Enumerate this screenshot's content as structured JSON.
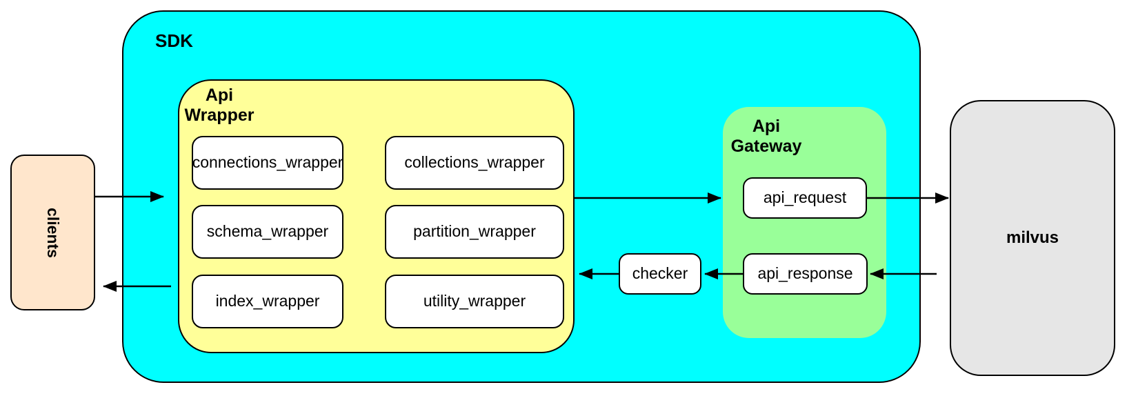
{
  "diagram": {
    "background_color": "#FFFFFF",
    "stroke_color": "#000000",
    "nodes": {
      "clients": {
        "label": "clients",
        "fill": "#FFE6CC",
        "text_orientation": "vertical"
      },
      "sdk": {
        "label": "SDK",
        "fill": "#00FFFF"
      },
      "api_wrapper": {
        "label": "Api Wrapper",
        "fill": "#FFFF99"
      },
      "wrappers": [
        {
          "label": "connections_wrapper",
          "fill": "#FFFFFF"
        },
        {
          "label": "collections_wrapper",
          "fill": "#FFFFFF"
        },
        {
          "label": "schema_wrapper",
          "fill": "#FFFFFF"
        },
        {
          "label": "partition_wrapper",
          "fill": "#FFFFFF"
        },
        {
          "label": "index_wrapper",
          "fill": "#FFFFFF"
        },
        {
          "label": "utility_wrapper",
          "fill": "#FFFFFF"
        }
      ],
      "checker": {
        "label": "checker",
        "fill": "#FFFFFF"
      },
      "api_gateway": {
        "label": "Api Gateway",
        "fill": "#99FF99"
      },
      "api_request": {
        "label": "api_request",
        "fill": "#FFFFFF"
      },
      "api_response": {
        "label": "api_response",
        "fill": "#FFFFFF"
      },
      "milvus": {
        "label": "milvus",
        "fill": "#E6E6E6"
      }
    },
    "edges": [
      {
        "from": "clients",
        "to": "sdk",
        "direction": "right"
      },
      {
        "from": "api_wrapper",
        "to": "api_gateway",
        "direction": "right"
      },
      {
        "from": "api_request",
        "to": "milvus",
        "direction": "right"
      },
      {
        "from": "milvus",
        "to": "api_response",
        "direction": "left"
      },
      {
        "from": "api_response",
        "to": "checker",
        "direction": "left"
      },
      {
        "from": "checker",
        "to": "api_wrapper",
        "direction": "left"
      },
      {
        "from": "sdk",
        "to": "clients",
        "direction": "left"
      }
    ]
  }
}
